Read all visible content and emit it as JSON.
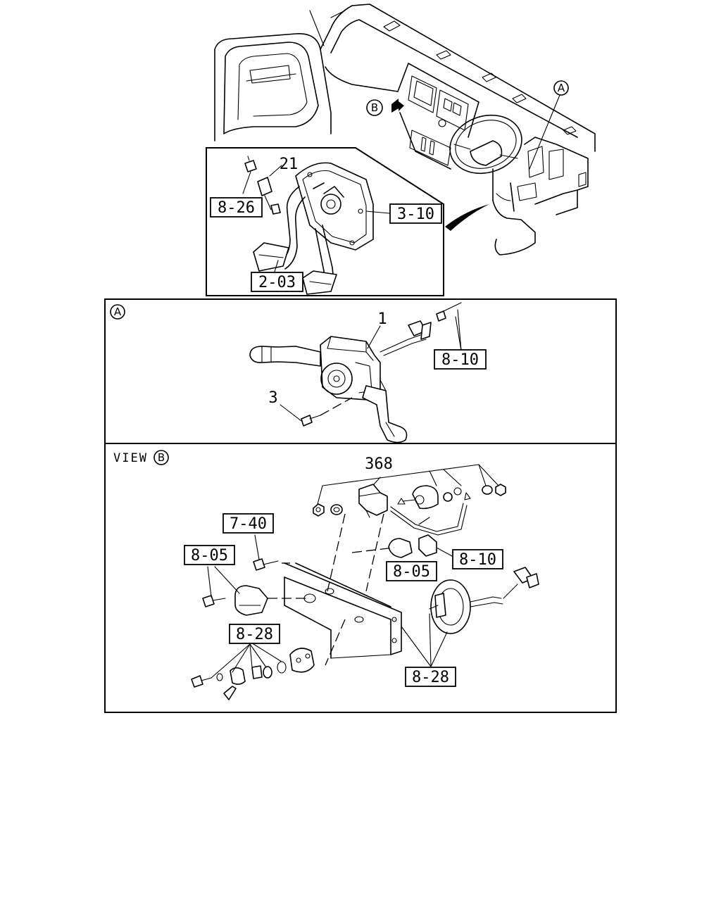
{
  "refs": {
    "r826": "8-26",
    "r310": "3-10",
    "r203": "2-03",
    "r810a": "8-10",
    "r740": "7-40",
    "r805a": "8-05",
    "r805b": "8-05",
    "r810b": "8-10",
    "r828a": "8-28",
    "r828b": "8-28"
  },
  "parts": {
    "p21": "21",
    "p1": "1",
    "p3": "3",
    "p368": "368"
  },
  "markers": {
    "a": "A",
    "b": "B"
  },
  "view_label": "VIEW"
}
